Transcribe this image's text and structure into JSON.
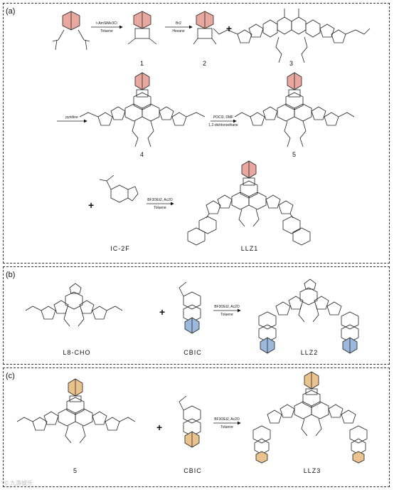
{
  "panels": {
    "a": {
      "tag": "(a)",
      "labels": {
        "c1": "1",
        "c2": "2",
        "c3": "3",
        "c4": "4",
        "c5": "5",
        "ic2f": "IC-2F",
        "llz1": "LLZ1"
      },
      "conditions": {
        "step1_top": "t-AmSiMe3Cl",
        "step1_bottom": "Toluene",
        "step2_top": "Br2",
        "step2_bottom": "Hexane",
        "step3_top": "pyridine",
        "step4_top": "POCl3, DMF",
        "step4_bottom": "1,2-dichloroethane",
        "step5_top": "BF3OEt2, Ac2O",
        "step5_bottom": "Toluene"
      }
    },
    "b": {
      "tag": "(b)",
      "labels": {
        "l8cho": "L8-CHO",
        "cbic": "CBIC",
        "llz2": "LLZ2"
      },
      "conditions": {
        "top": "BF3OEt2, Ac2O",
        "bottom": "Toluene"
      }
    },
    "c": {
      "tag": "(c)",
      "labels": {
        "c5": "5",
        "cbic": "CBIC",
        "llz3": "LLZ3"
      },
      "conditions": {
        "top": "BF3OEt2, Ac2O",
        "bottom": "Toluene"
      }
    }
  },
  "colors": {
    "pink": "#e8a8a0",
    "blue": "#9cb8dc",
    "orange": "#e9c28e"
  },
  "watermark": "© 九游娱乐"
}
